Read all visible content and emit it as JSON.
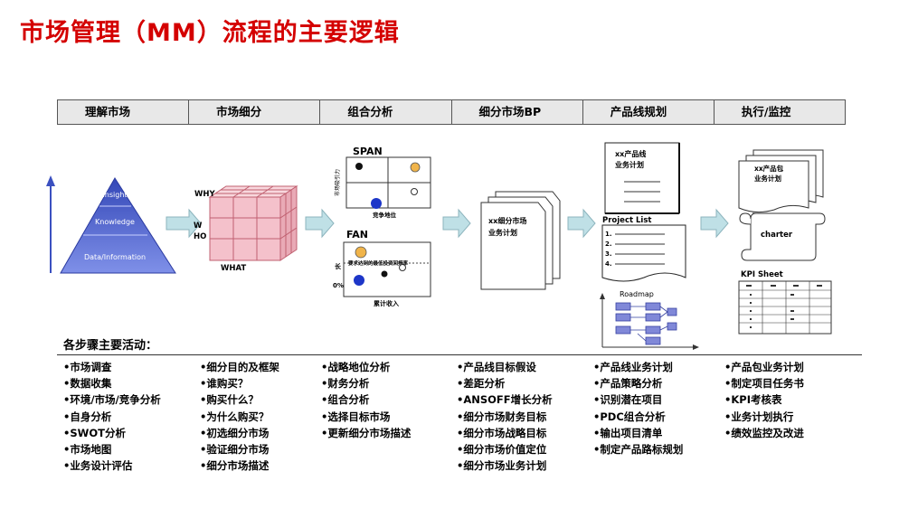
{
  "title": "市场管理（MM）流程的主要逻辑",
  "steps": [
    "理解市场",
    "市场细分",
    "组合分析",
    "细分市场BP",
    "产品线规划",
    "执行/监控"
  ],
  "pyramid": {
    "levels": [
      "Insight",
      "Knowledge",
      "Data/Information"
    ]
  },
  "cube": {
    "labels": {
      "why": "WHY",
      "who": "W\nHO",
      "what": "WHAT"
    }
  },
  "span": {
    "title": "SPAN",
    "y_label": "市场吸引力",
    "x_label": "竞争地位"
  },
  "fan": {
    "title": "FAN",
    "y_label_top": "长",
    "y_label_bottom": "0%",
    "x_label": "累计收入",
    "threshold_label": "要求达到的最低投资回报率"
  },
  "bp_doc": {
    "line1": "xx细分市场",
    "line2": "业务计划"
  },
  "product_plan": {
    "line1": "xx产品线",
    "line2": "业务计划"
  },
  "project_list": {
    "title": "Project List",
    "items": [
      "1.",
      "2.",
      "3.",
      "4."
    ]
  },
  "roadmap": {
    "title": "Roadmap"
  },
  "exec_doc": {
    "line1": "xx产品包",
    "line2": "业务计划"
  },
  "charter": {
    "label": "charter"
  },
  "kpi": {
    "title": "KPI Sheet"
  },
  "activities_title": "各步骤主要活动：",
  "activities": [
    [
      "•市场调查",
      "•数据收集",
      "•环境/市场/竞争分析",
      "•自身分析",
      "•SWOT分析",
      "•市场地图",
      "•业务设计评估"
    ],
    [
      "•细分目的及框架",
      "•谁购买？",
      "•购买什么？",
      "•为什么购买？",
      "•初选细分市场",
      "•验证细分市场",
      "•细分市场描述"
    ],
    [
      "•战略地位分析",
      "•财务分析",
      "•组合分析",
      "•选择目标市场",
      "•更新细分市场描述"
    ],
    [
      "•产品线目标假设",
      "•差距分析",
      "•ANSOFF增长分析",
      "•细分市场财务目标",
      "•细分市场战略目标",
      "•细分市场价值定位",
      "•细分市场业务计划"
    ],
    [
      "•产品线业务计划",
      "•产品策略分析",
      "•识别潜在项目",
      "•PDC组合分析",
      "•输出项目清单",
      "•制定产品路标规划"
    ],
    [
      "•产品包业务计划",
      "•制定项目任务书",
      "•KPI考核表",
      "•业务计划执行",
      "•绩效监控及改进"
    ]
  ],
  "colors": {
    "title_red": "#d40000",
    "arrow_fill": "#bfe0e6",
    "cube_pink": "#f4c1cb",
    "pyramid_blue": "#4d63c9",
    "circle_orange": "#f0b44a",
    "circle_blue": "#1d36c8"
  }
}
